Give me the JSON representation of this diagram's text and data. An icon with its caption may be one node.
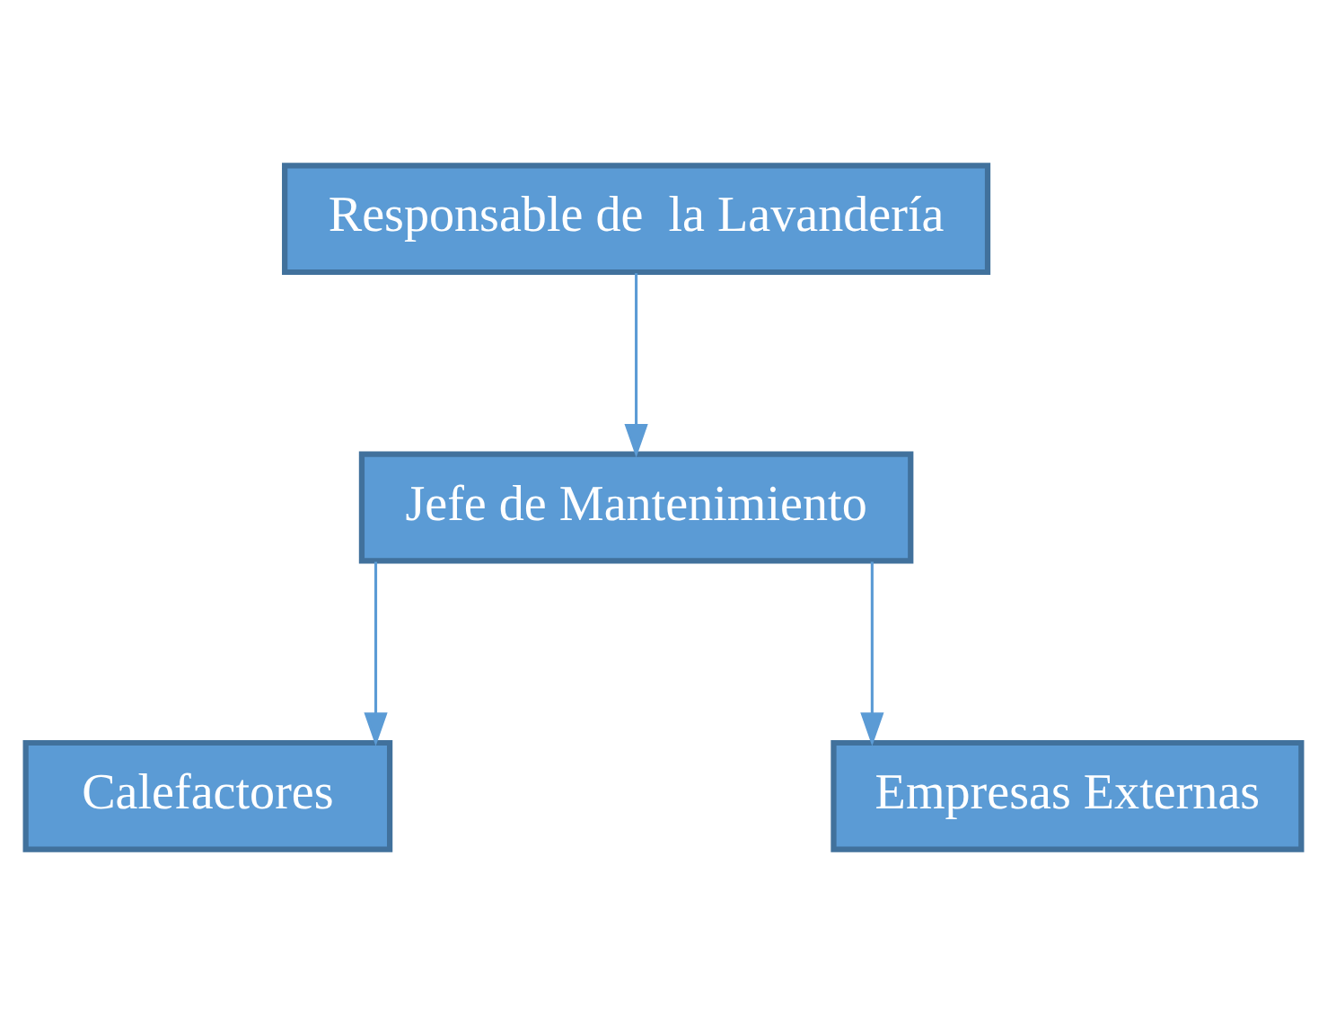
{
  "diagram": {
    "nodes": [
      {
        "text": [
          "Responsable de  la Lavandería"
        ]
      },
      {
        "text": [
          "Jefe de Mantenimiento"
        ]
      },
      {
        "text": [
          "Calefactores"
        ]
      },
      {
        "text": [
          "Empresas Externas"
        ]
      }
    ],
    "edges": [
      {
        "from": 0,
        "to": 1,
        "arrow": "to"
      },
      {
        "from": 1,
        "to": 2,
        "arrow": "to"
      },
      {
        "from": 1,
        "to": 3,
        "arrow": "to"
      }
    ]
  }
}
